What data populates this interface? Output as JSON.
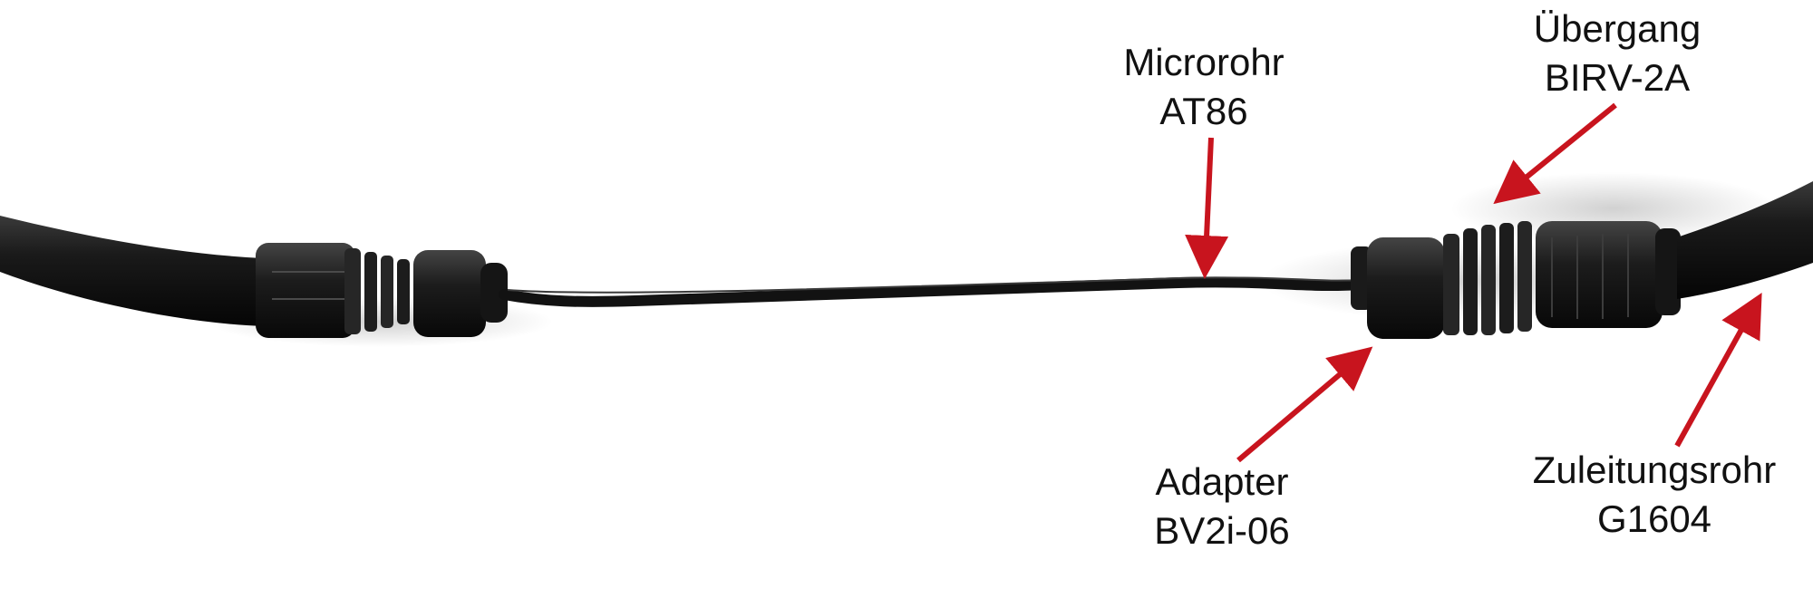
{
  "colors": {
    "background": "#ffffff",
    "tube": "#141414",
    "connector": "#1a1a1a",
    "arrow": "#c8141e",
    "text": "#111111"
  },
  "labels": {
    "microrohr": {
      "line1": "Microrohr",
      "line2": "AT86"
    },
    "uebergang": {
      "line1": "Übergang",
      "line2": "BIRV-2A"
    },
    "adapter": {
      "line1": "Adapter",
      "line2": "BV2i-06"
    },
    "zuleitungsrohr": {
      "line1": "Zuleitungsrohr",
      "line2": "G1604"
    }
  }
}
